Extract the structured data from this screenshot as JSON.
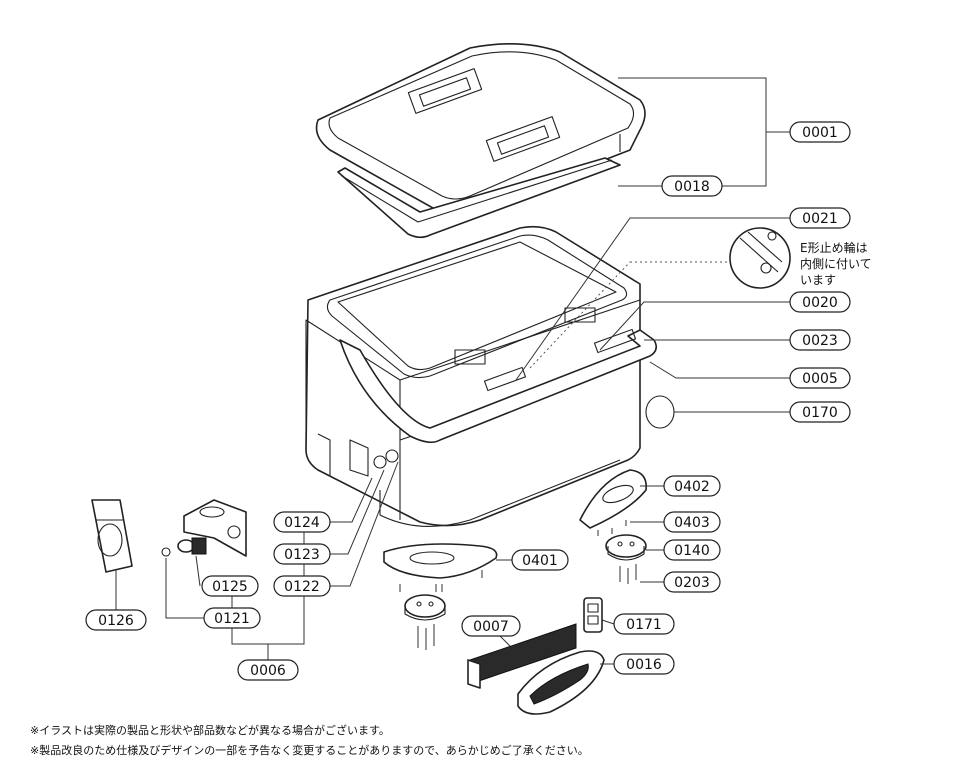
{
  "part_labels": {
    "p0001": "0001",
    "p0018": "0018",
    "p0021": "0021",
    "p0020": "0020",
    "p0023": "0023",
    "p0005": "0005",
    "p0170": "0170",
    "p0402": "0402",
    "p0403": "0403",
    "p0140": "0140",
    "p0203": "0203",
    "p0401": "0401",
    "p0124": "0124",
    "p0123": "0123",
    "p0122": "0122",
    "p0125": "0125",
    "p0121": "0121",
    "p0126": "0126",
    "p0006": "0006",
    "p0007": "0007",
    "p0171": "0171",
    "p0016": "0016"
  },
  "callout_note": {
    "line1": "E形止め輪は",
    "line2": "内側に付いて",
    "line3": "います"
  },
  "footnotes": {
    "line1": "※イラストは実際の製品と形状や部品数などが異なる場合がございます。",
    "line2": "※製品改良のため仕様及びデザインの一部を予告なく変更することがありますので、あらかじめご了承ください。"
  }
}
